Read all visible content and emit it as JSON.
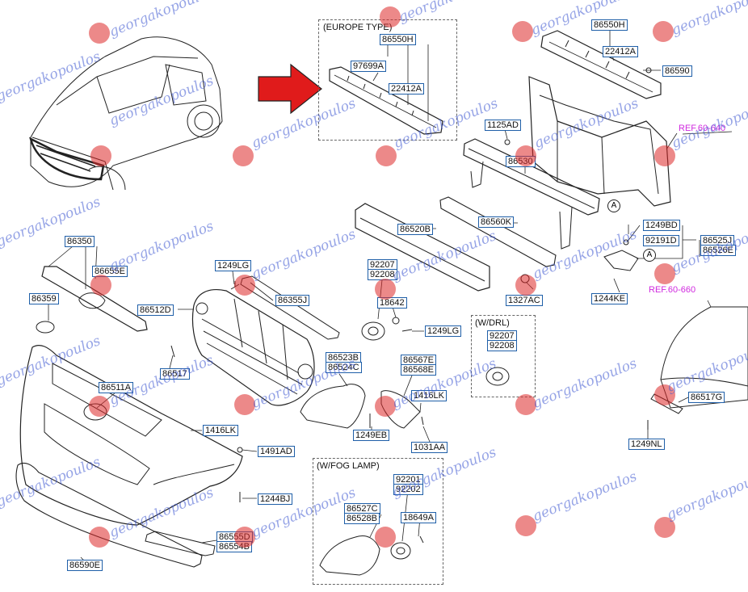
{
  "colors": {
    "label_border": "#1f5fa8",
    "ref_text": "#d02adf",
    "arrow_fill": "#e01b1b",
    "line": "#222222",
    "watermark_text": "#405ad2",
    "watermark_logo": "#dc2828"
  },
  "groups": {
    "europe_type": "(EUROPE TYPE)",
    "w_drl": "(W/DRL)",
    "w_fog_lamp": "(W/FOG LAMP)"
  },
  "refs": {
    "ref_6064": "REF.60-640",
    "ref_6066": "REF.60-660"
  },
  "callouts": {
    "a1": "A",
    "a2": "A"
  },
  "watermark": {
    "text": "georgakopoulos"
  },
  "parts": [
    {
      "id": "p-86550H-eu",
      "label": "86550H"
    },
    {
      "id": "p-97699A",
      "label": "97699A"
    },
    {
      "id": "p-22412A-eu",
      "label": "22412A"
    },
    {
      "id": "p-86550H",
      "label": "86550H"
    },
    {
      "id": "p-22412A",
      "label": "22412A"
    },
    {
      "id": "p-86590",
      "label": "86590"
    },
    {
      "id": "p-1125AD",
      "label": "1125AD"
    },
    {
      "id": "p-86530",
      "label": "86530"
    },
    {
      "id": "p-86520B",
      "label": "86520B"
    },
    {
      "id": "p-86560K",
      "label": "86560K"
    },
    {
      "id": "p-1249BD",
      "label": "1249BD"
    },
    {
      "id": "p-92191D",
      "label": "92191D"
    },
    {
      "id": "p-86525J",
      "label": "86525J"
    },
    {
      "id": "p-86526E",
      "label": "86526E"
    },
    {
      "id": "p-1244KE",
      "label": "1244KE"
    },
    {
      "id": "p-1327AC",
      "label": "1327AC"
    },
    {
      "id": "p-86350",
      "label": "86350"
    },
    {
      "id": "p-86655E",
      "label": "86655E"
    },
    {
      "id": "p-86359",
      "label": "86359"
    },
    {
      "id": "p-1249LG-a",
      "label": "1249LG"
    },
    {
      "id": "p-86355J",
      "label": "86355J"
    },
    {
      "id": "p-86512D",
      "label": "86512D"
    },
    {
      "id": "p-92207-a",
      "label": "92207"
    },
    {
      "id": "p-92208-a",
      "label": "92208"
    },
    {
      "id": "p-18642",
      "label": "18642"
    },
    {
      "id": "p-1249LG-b",
      "label": "1249LG"
    },
    {
      "id": "p-92207-b",
      "label": "92207"
    },
    {
      "id": "p-92208-b",
      "label": "92208"
    },
    {
      "id": "p-86517",
      "label": "86517"
    },
    {
      "id": "p-86523B",
      "label": "86523B"
    },
    {
      "id": "p-86524C",
      "label": "86524C"
    },
    {
      "id": "p-86567E",
      "label": "86567E"
    },
    {
      "id": "p-86568E",
      "label": "86568E"
    },
    {
      "id": "p-1416LK-a",
      "label": "1416LK"
    },
    {
      "id": "p-86511A",
      "label": "86511A"
    },
    {
      "id": "p-1416LK-b",
      "label": "1416LK"
    },
    {
      "id": "p-1249EB",
      "label": "1249EB"
    },
    {
      "id": "p-1031AA",
      "label": "1031AA"
    },
    {
      "id": "p-1491AD",
      "label": "1491AD"
    },
    {
      "id": "p-86517G",
      "label": "86517G"
    },
    {
      "id": "p-1249NL",
      "label": "1249NL"
    },
    {
      "id": "p-1244BJ",
      "label": "1244BJ"
    },
    {
      "id": "p-92201",
      "label": "92201"
    },
    {
      "id": "p-92202",
      "label": "92202"
    },
    {
      "id": "p-86527C",
      "label": "86527C"
    },
    {
      "id": "p-86528B",
      "label": "86528B"
    },
    {
      "id": "p-18649A",
      "label": "18649A"
    },
    {
      "id": "p-86555D",
      "label": "86555D"
    },
    {
      "id": "p-86554B",
      "label": "86554B"
    },
    {
      "id": "p-86590E",
      "label": "86590E"
    }
  ]
}
